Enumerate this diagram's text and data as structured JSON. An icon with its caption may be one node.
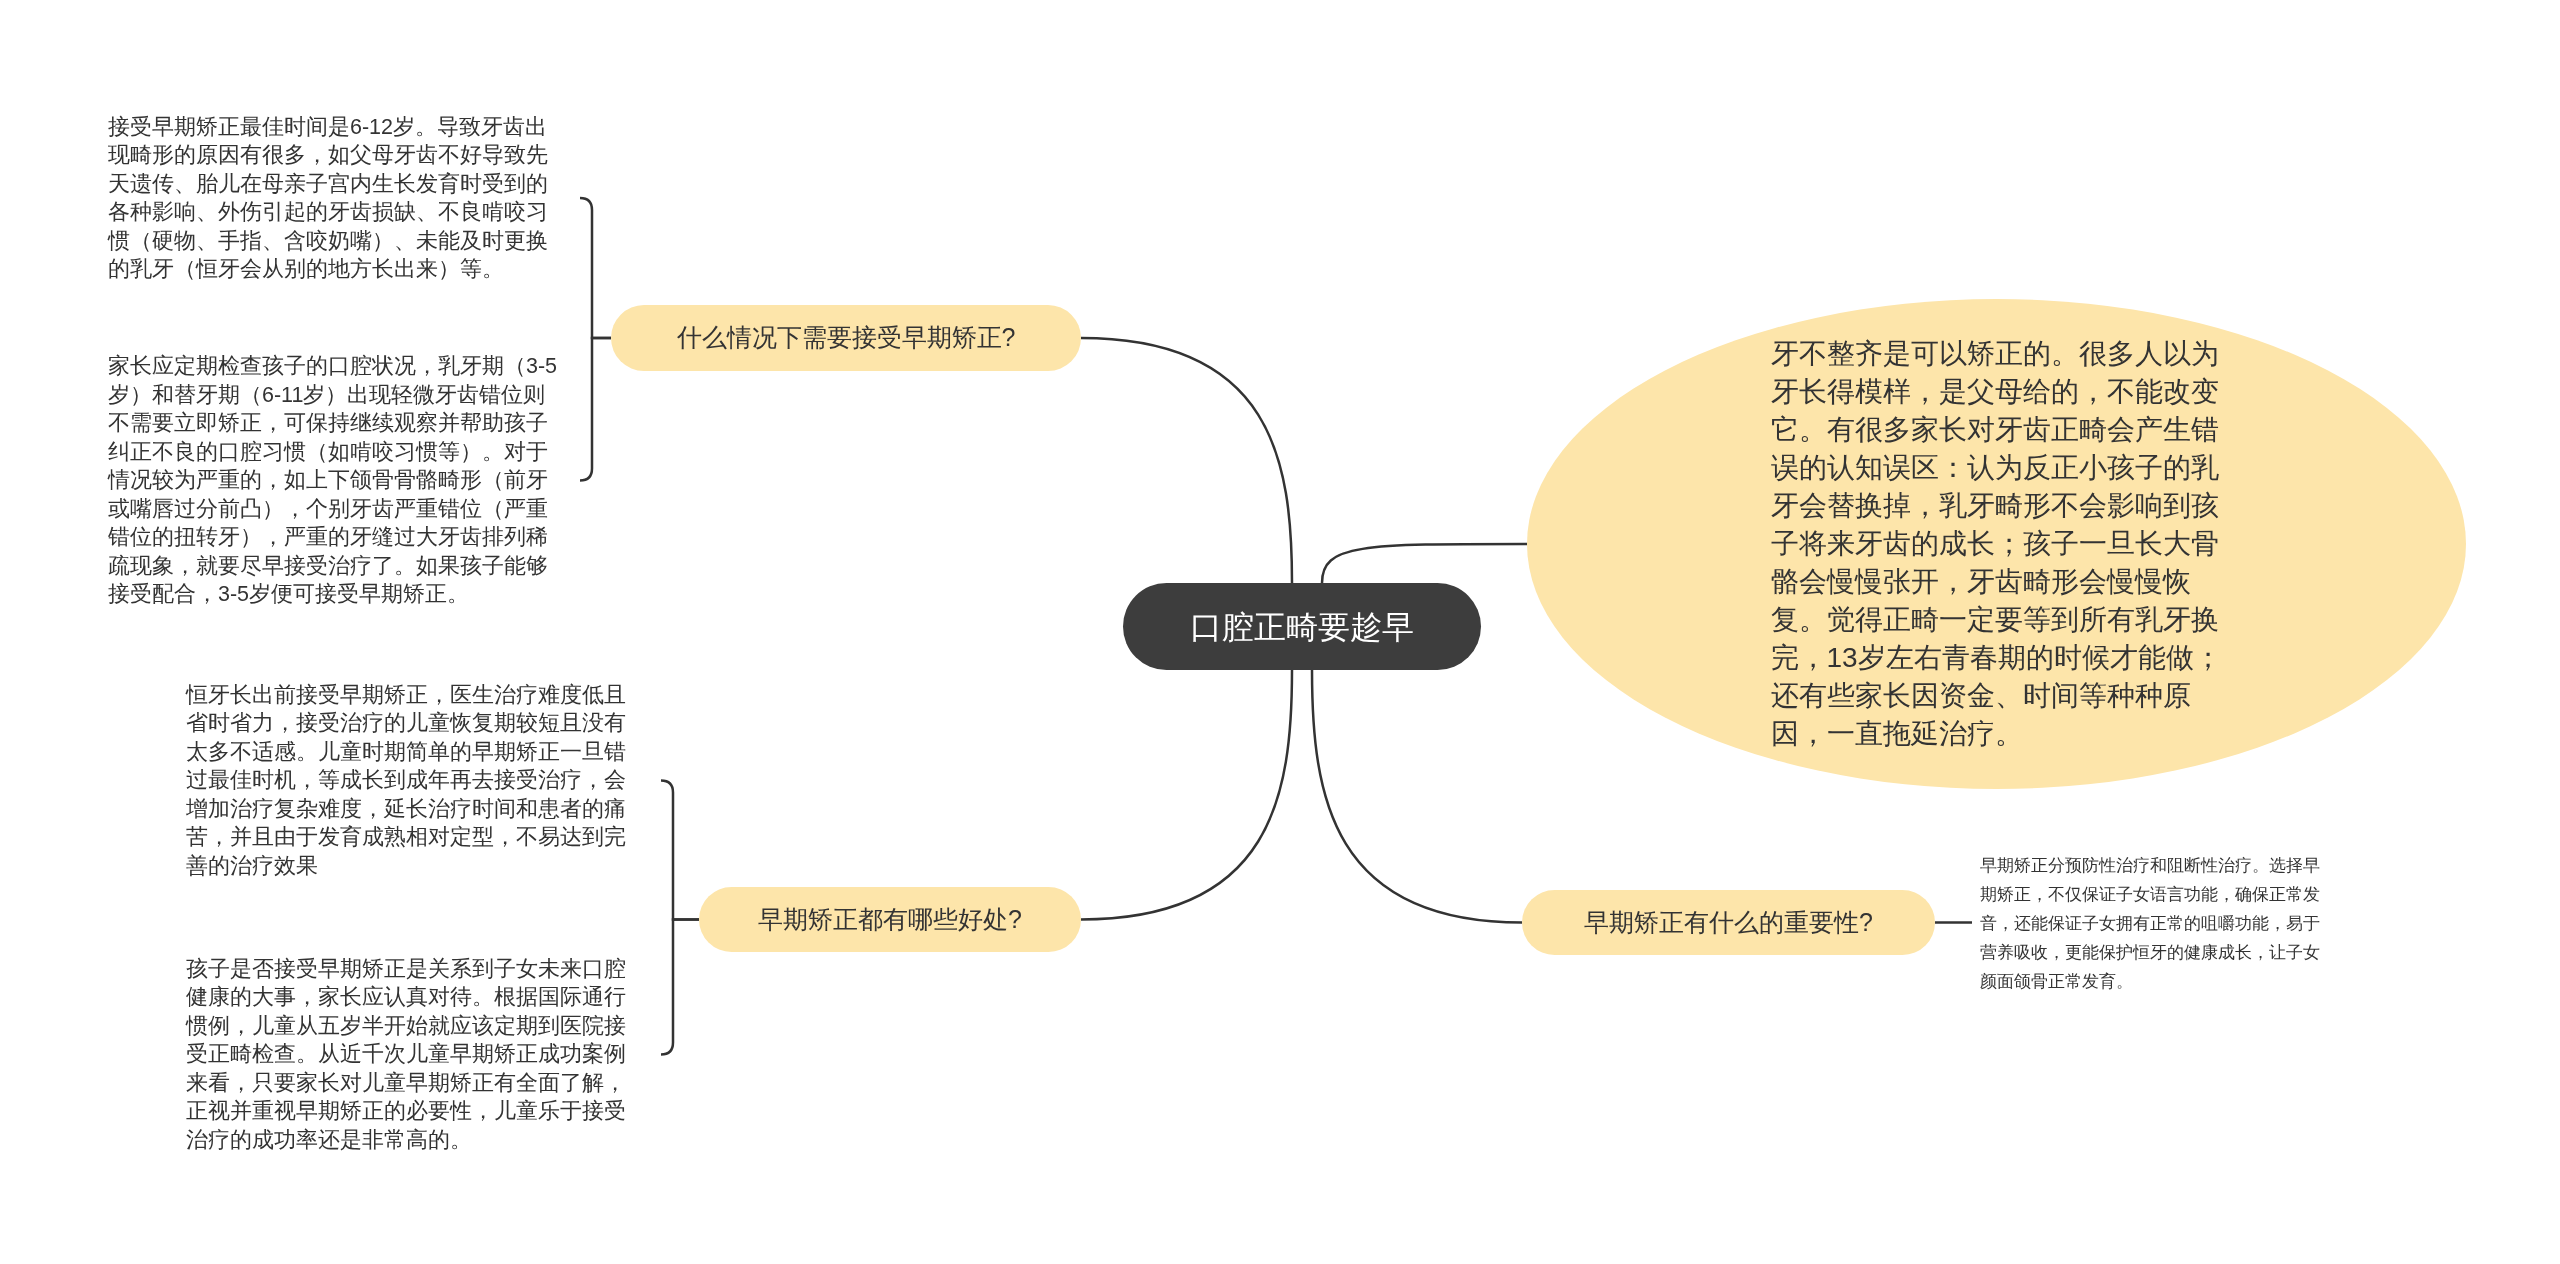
{
  "diagram": {
    "nodes": [
      {
        "text": [
          "口腔正畸要趁早"
        ]
      },
      {
        "text": [
          "什么情况下需要接受早期矫正?"
        ]
      },
      {
        "text": [
          "接受早期矫正最佳时间是6-12岁。导致牙齿出现畸形的原因有很多，如父母牙齿不好导致先天遗传、胎儿在母亲子宫内生长发育时受到的各种影响、外伤引起的牙齿损缺、不良啃咬习惯（硬物、手指、含咬奶嘴）、未能及时更换的乳牙（恒牙会从别的地方长出来）等。"
        ]
      },
      {
        "text": [
          "家长应定期检查孩子的口腔状况，乳牙期（3-5岁）和替牙期（6-11岁）出现轻微牙齿错位则不需要立即矫正，可保持继续观察并帮助孩子纠正不良的口腔习惯（如啃咬习惯等）。对于情况较为严重的，如上下颌骨骨骼畸形（前牙或嘴唇过分前凸），个别牙齿严重错位（严重错位的扭转牙），严重的牙缝过大牙齿排列稀疏现象，就要尽早接受治疗了。如果孩子能够接受配合，3-5岁便可接受早期矫正。"
        ]
      },
      {
        "text": [
          "牙不整齐是可以矫正的。很多人以为牙长得模样，是父母给的，不能改变它。有很多家长对牙齿正畸会产生错误的认知误区：认为反正小孩子的乳牙会替换掉，乳牙畸形不会影响到孩子将来牙齿的成长；孩子一旦长大骨骼会慢慢张开，牙齿畸形会慢慢恢复。觉得正畸一定要等到所有乳牙换完，13岁左右青春期的时候才能做；还有些家长因资金、时间等种种原因，一直拖延治疗。"
        ]
      },
      {
        "text": [
          "早期矫正都有哪些好处?"
        ]
      },
      {
        "text": [
          "恒牙长出前接受早期矫正，医生治疗难度低且省时省力，接受治疗的儿童恢复期较短且没有太多不适感。儿童时期简单的早期矫正一旦错过最佳时机，等成长到成年再去接受治疗，会增加治疗复杂难度，延长治疗时间和患者的痛苦，并且由于发育成熟相对定型，不易达到完善的治疗效果"
        ]
      },
      {
        "text": [
          "孩子是否接受早期矫正是关系到子女未来口腔健康的大事，家长应认真对待。根据国际通行惯例，儿童从五岁半开始就应该定期到医院接受正畸检查。从近千次儿童早期矫正成功案例来看，只要家长对儿童早期矫正有全面了解，正视并重视早期矫正的必要性，儿童乐于接受治疗的成功率还是非常高的。"
        ]
      },
      {
        "text": [
          "早期矫正有什么的重要性?"
        ]
      },
      {
        "text": [
          "早期矫正分预防性治疗和阻断性治疗。选择早期矫正，不仅保证子女语言功能，确保正常发音，还能保证子女拥有正常的咀嚼功能，易于营养吸收，更能保护恒牙的健康成长，让子女颜面颌骨正常发育。"
        ]
      }
    ],
    "edges": [
      {
        "from": 0,
        "to": 1,
        "arrow": "none"
      },
      {
        "from": 1,
        "to": 2,
        "arrow": "none"
      },
      {
        "from": 1,
        "to": 3,
        "arrow": "none"
      },
      {
        "from": 0,
        "to": 4,
        "arrow": "none"
      },
      {
        "from": 0,
        "to": 5,
        "arrow": "none"
      },
      {
        "from": 5,
        "to": 6,
        "arrow": "none"
      },
      {
        "from": 5,
        "to": 7,
        "arrow": "none"
      },
      {
        "from": 0,
        "to": 8,
        "arrow": "none"
      },
      {
        "from": 8,
        "to": 9,
        "arrow": "none"
      }
    ]
  }
}
